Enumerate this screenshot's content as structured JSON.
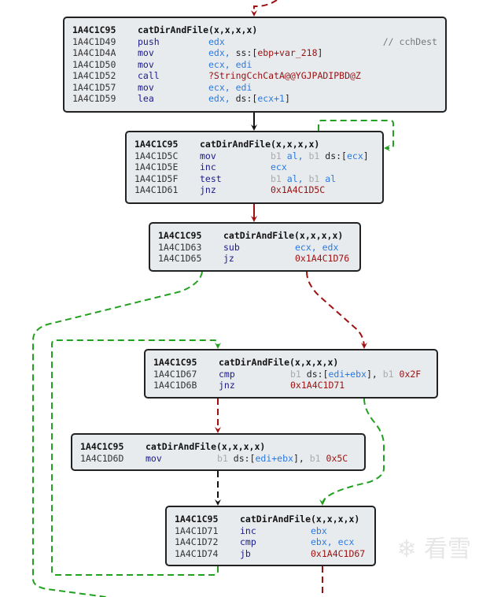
{
  "function_label": "catDirAndFile(x,x,x,x)",
  "block_addr": "1A4C1C95",
  "watermark": "看雪",
  "colors": {
    "true_edge": "#22a020",
    "false_edge": "#a01010",
    "unconditional_edge": "#111111",
    "block_bg": "#e8ebee"
  },
  "blocks": [
    {
      "rows": [
        {
          "addr": "1A4C1D49",
          "mn": "push",
          "ops": [
            {
              "t": "edx",
              "c": "reg"
            }
          ],
          "comment": "// cchDest"
        },
        {
          "addr": "1A4C1D4A",
          "mn": "mov",
          "ops": [
            {
              "t": "edx, ",
              "c": "reg"
            },
            {
              "t": "ss:[",
              "c": "plain"
            },
            {
              "t": "ebp+var_218",
              "c": "imm"
            },
            {
              "t": "]",
              "c": "plain"
            }
          ]
        },
        {
          "addr": "1A4C1D50",
          "mn": "mov",
          "ops": [
            {
              "t": "ecx, edi",
              "c": "reg"
            }
          ]
        },
        {
          "addr": "1A4C1D52",
          "mn": "call",
          "ops": [
            {
              "t": "?StringCchCatA@@YGJPADIPBD@Z",
              "c": "imm"
            }
          ]
        },
        {
          "addr": "1A4C1D57",
          "mn": "mov",
          "ops": [
            {
              "t": "ecx, edi",
              "c": "reg"
            }
          ]
        },
        {
          "addr": "1A4C1D59",
          "mn": "lea",
          "ops": [
            {
              "t": "edx, ",
              "c": "reg"
            },
            {
              "t": "ds:[",
              "c": "plain"
            },
            {
              "t": "ecx+1",
              "c": "reg"
            },
            {
              "t": "]",
              "c": "plain"
            }
          ]
        }
      ]
    },
    {
      "rows": [
        {
          "addr": "1A4C1D5C",
          "mn": "mov",
          "ops": [
            {
              "t": "b1 ",
              "c": "sz"
            },
            {
              "t": "al, ",
              "c": "reg"
            },
            {
              "t": "b1 ",
              "c": "sz"
            },
            {
              "t": "ds:[",
              "c": "plain"
            },
            {
              "t": "ecx",
              "c": "reg"
            },
            {
              "t": "]",
              "c": "plain"
            }
          ]
        },
        {
          "addr": "1A4C1D5E",
          "mn": "inc",
          "ops": [
            {
              "t": "ecx",
              "c": "reg"
            }
          ]
        },
        {
          "addr": "1A4C1D5F",
          "mn": "test",
          "ops": [
            {
              "t": "b1 ",
              "c": "sz"
            },
            {
              "t": "al, ",
              "c": "reg"
            },
            {
              "t": "b1 ",
              "c": "sz"
            },
            {
              "t": "al",
              "c": "reg"
            }
          ]
        },
        {
          "addr": "1A4C1D61",
          "mn": "jnz",
          "ops": [
            {
              "t": "0x1A4C1D5C",
              "c": "imm"
            }
          ]
        }
      ]
    },
    {
      "rows": [
        {
          "addr": "1A4C1D63",
          "mn": "sub",
          "ops": [
            {
              "t": "ecx, edx",
              "c": "reg"
            }
          ]
        },
        {
          "addr": "1A4C1D65",
          "mn": "jz",
          "ops": [
            {
              "t": "0x1A4C1D76",
              "c": "imm"
            }
          ]
        }
      ]
    },
    {
      "rows": [
        {
          "addr": "1A4C1D67",
          "mn": "cmp",
          "ops": [
            {
              "t": "b1 ",
              "c": "sz"
            },
            {
              "t": "ds:[",
              "c": "plain"
            },
            {
              "t": "edi+ebx",
              "c": "reg"
            },
            {
              "t": "], ",
              "c": "plain"
            },
            {
              "t": "b1 ",
              "c": "sz"
            },
            {
              "t": "0x2F",
              "c": "imm"
            }
          ]
        },
        {
          "addr": "1A4C1D6B",
          "mn": "jnz",
          "ops": [
            {
              "t": "0x1A4C1D71",
              "c": "imm"
            }
          ]
        }
      ]
    },
    {
      "rows": [
        {
          "addr": "1A4C1D6D",
          "mn": "mov",
          "ops": [
            {
              "t": "b1 ",
              "c": "sz"
            },
            {
              "t": "ds:[",
              "c": "plain"
            },
            {
              "t": "edi+ebx",
              "c": "reg"
            },
            {
              "t": "], ",
              "c": "plain"
            },
            {
              "t": "b1 ",
              "c": "sz"
            },
            {
              "t": "0x5C",
              "c": "imm"
            }
          ]
        }
      ]
    },
    {
      "rows": [
        {
          "addr": "1A4C1D71",
          "mn": "inc",
          "ops": [
            {
              "t": "ebx",
              "c": "reg"
            }
          ]
        },
        {
          "addr": "1A4C1D72",
          "mn": "cmp",
          "ops": [
            {
              "t": "ebx, ecx",
              "c": "reg"
            }
          ]
        },
        {
          "addr": "1A4C1D74",
          "mn": "jb",
          "ops": [
            {
              "t": "0x1A4C1D67",
              "c": "imm"
            }
          ]
        }
      ]
    }
  ]
}
